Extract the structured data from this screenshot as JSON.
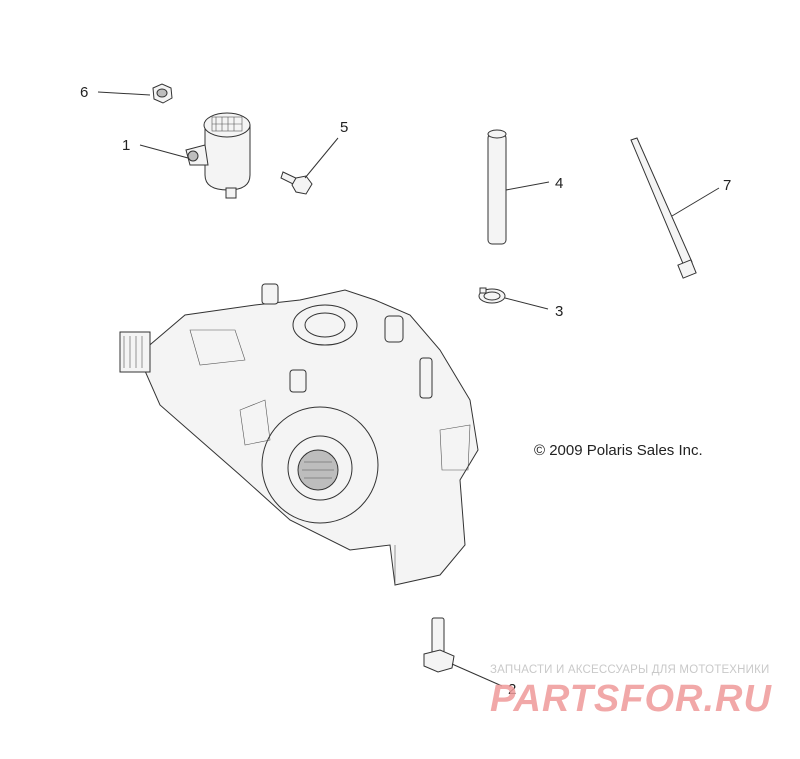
{
  "callouts": {
    "c1": "1",
    "c2": "2",
    "c3": "3",
    "c4": "4",
    "c5": "5",
    "c6": "6",
    "c7": "7"
  },
  "copyright": "© 2009 Polaris Sales Inc.",
  "watermark": {
    "subtitle": "ЗАПЧАСТИ И АКСЕССУАРЫ ДЛЯ МОТОТЕХНИКИ",
    "logo": "PARTSFOR.RU"
  }
}
